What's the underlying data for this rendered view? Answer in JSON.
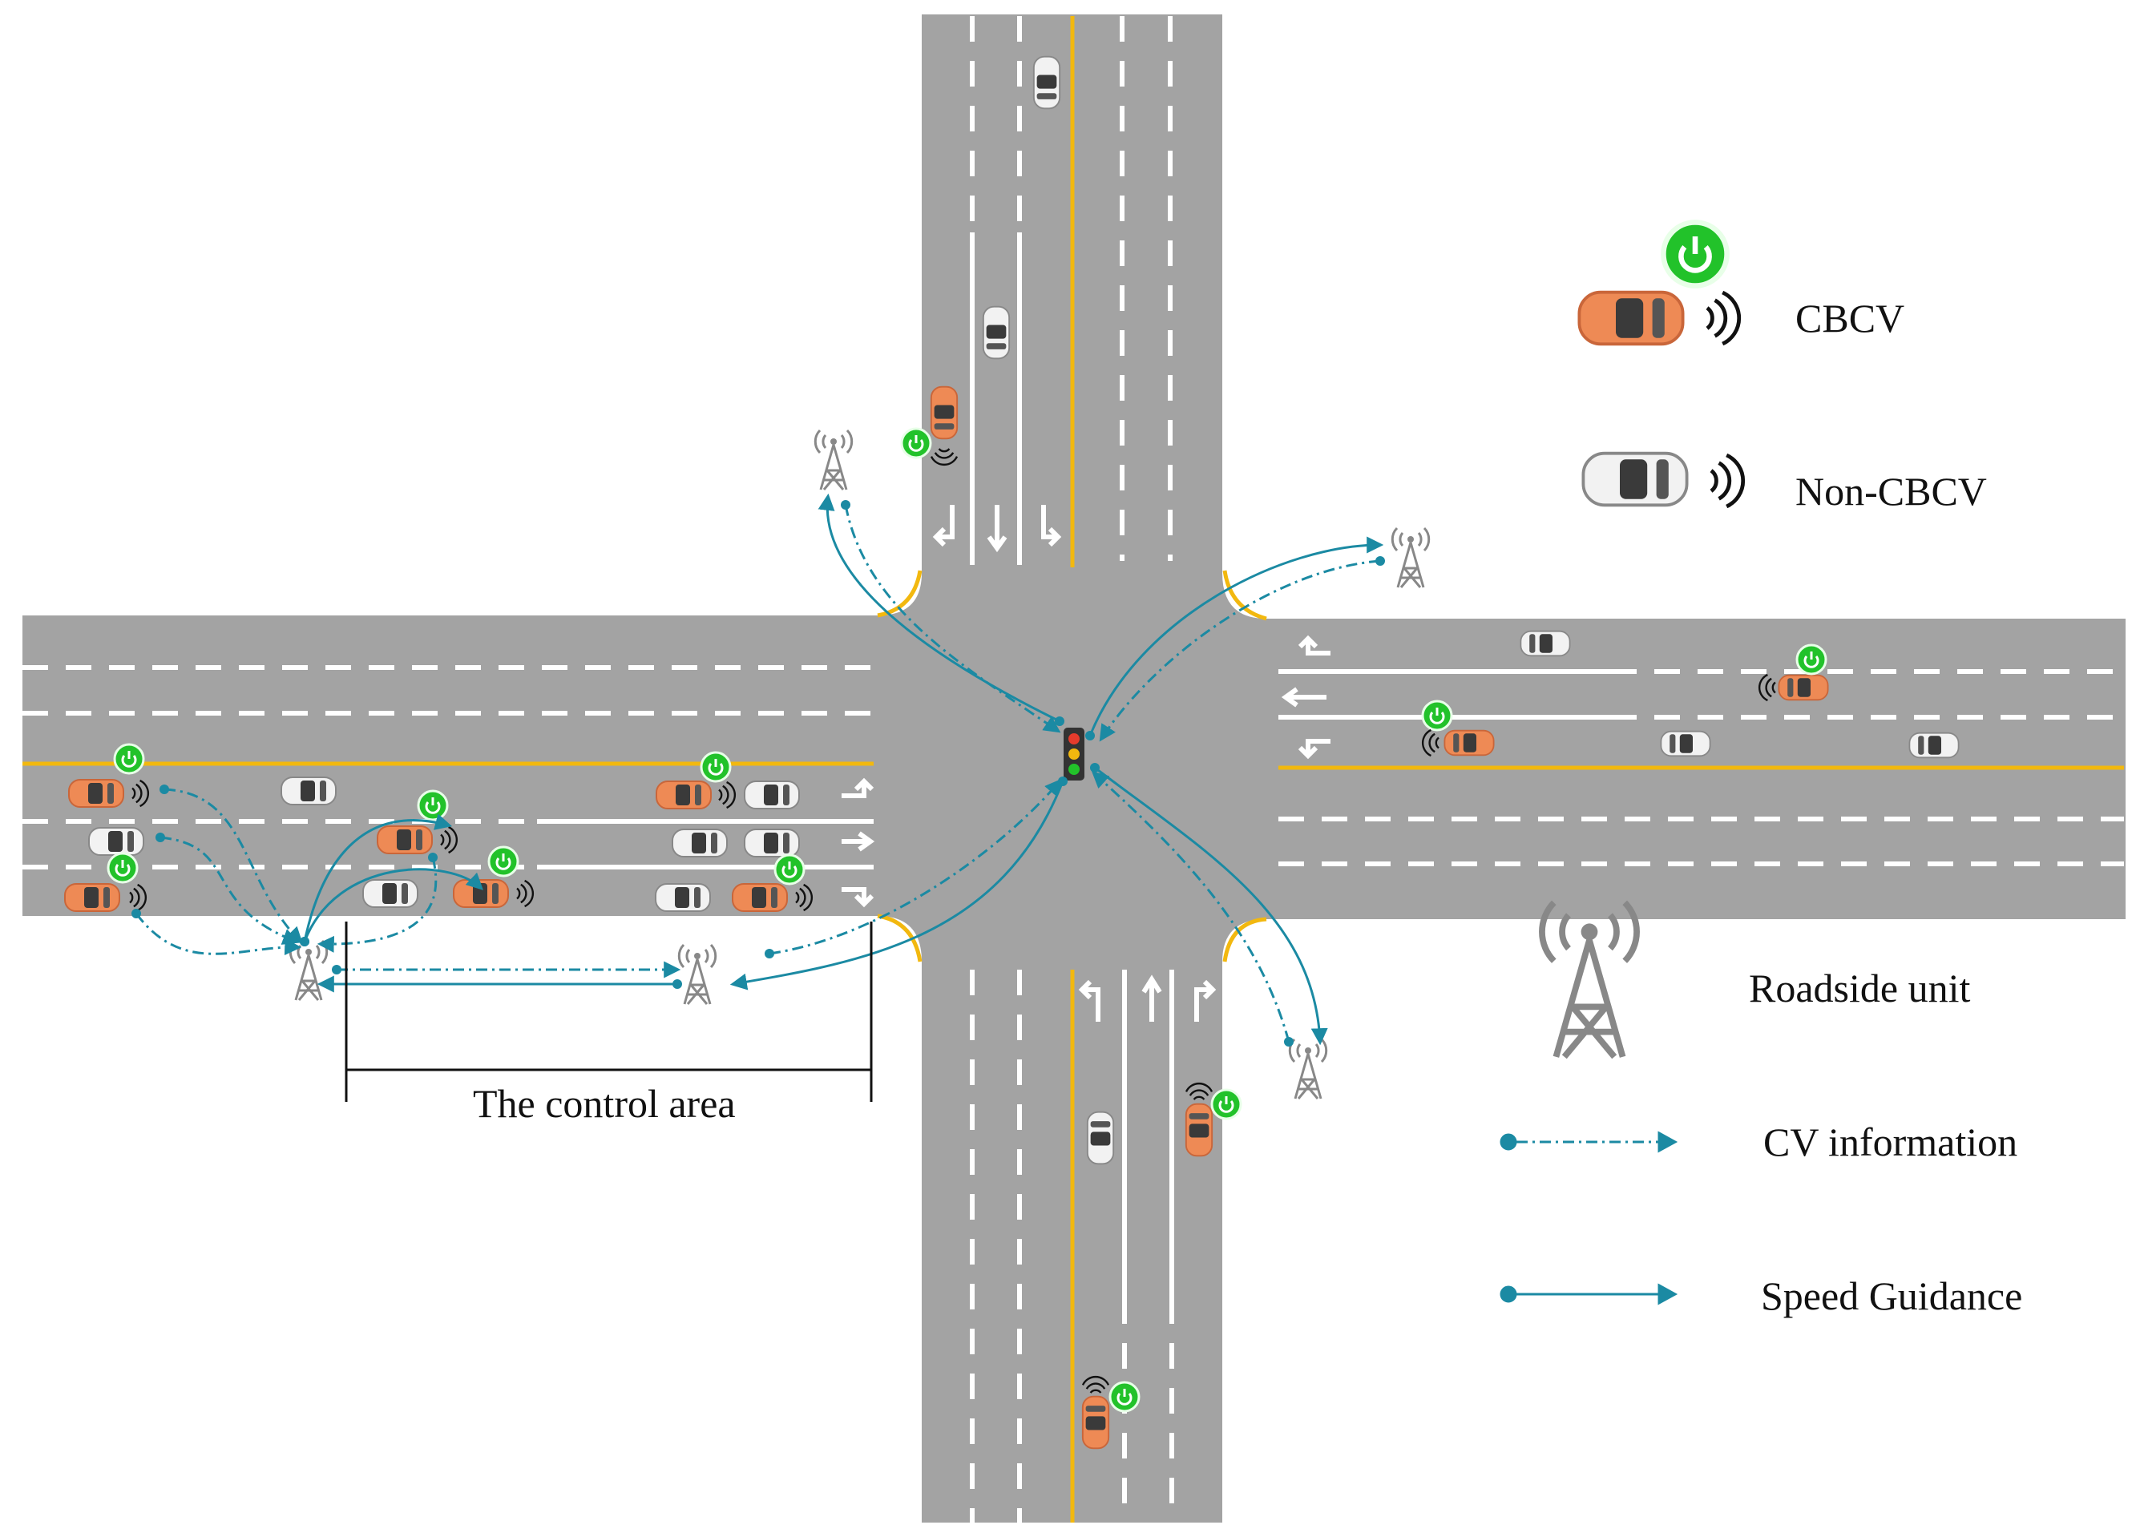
{
  "legend": {
    "cbcv": "CBCV",
    "non_cbcv": "Non-CBCV",
    "roadside_unit": "Roadside unit",
    "cv_information": "CV information",
    "speed_guidance": "Speed Guidance"
  },
  "control_area_label": "The control area",
  "colors": {
    "road": "#a3a3a3",
    "lane_marking": "#ffffff",
    "center_line": "#f2b80f",
    "cbcv_car": "#ee8a55",
    "non_cbcv_car": "#f2f2f2",
    "power_badge": "#22c22a",
    "link": "#1b8aa3",
    "tower": "#888888"
  },
  "icons": [
    "power-icon",
    "wireless-signal-icon",
    "antenna-tower-icon",
    "traffic-light-icon",
    "lane-arrow-icon"
  ]
}
